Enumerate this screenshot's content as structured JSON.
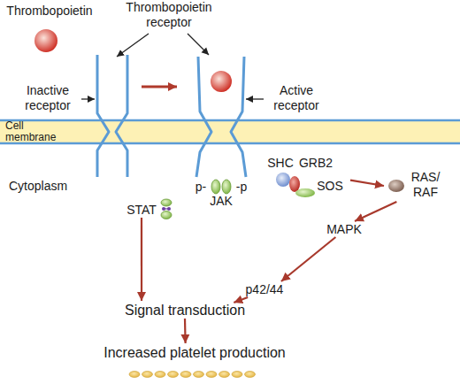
{
  "diagram": {
    "nodes": [
      {
        "text": [
          "STAT"
        ]
      },
      {
        "text": [
          "p-",
          "-p",
          "JAK"
        ]
      },
      {
        "text": [
          "SHC",
          "GRB2",
          "SOS"
        ]
      },
      {
        "text": [
          "RAS/ RAF"
        ]
      },
      {
        "text": [
          "MAPK"
        ]
      },
      {
        "text": [
          "p42/44"
        ]
      },
      {
        "text": [
          "Signal transduction"
        ]
      },
      {
        "text": [
          "Increased platelet production"
        ]
      }
    ],
    "edges": [
      {
        "from": 0,
        "to": 6,
        "arrow": "to"
      },
      {
        "from": 2,
        "to": 3,
        "arrow": "to"
      },
      {
        "from": 3,
        "to": 4,
        "arrow": "to"
      },
      {
        "from": 4,
        "to": 5,
        "arrow": "to"
      },
      {
        "from": 5,
        "to": 6,
        "arrow": "to"
      },
      {
        "from": 6,
        "to": 7,
        "arrow": "to"
      }
    ],
    "labels": [
      "Thrombopoietin",
      "Thrombopoietin receptor",
      "Inactive receptor",
      "Active receptor",
      "Cell membrane",
      "Cytoplasm"
    ]
  }
}
